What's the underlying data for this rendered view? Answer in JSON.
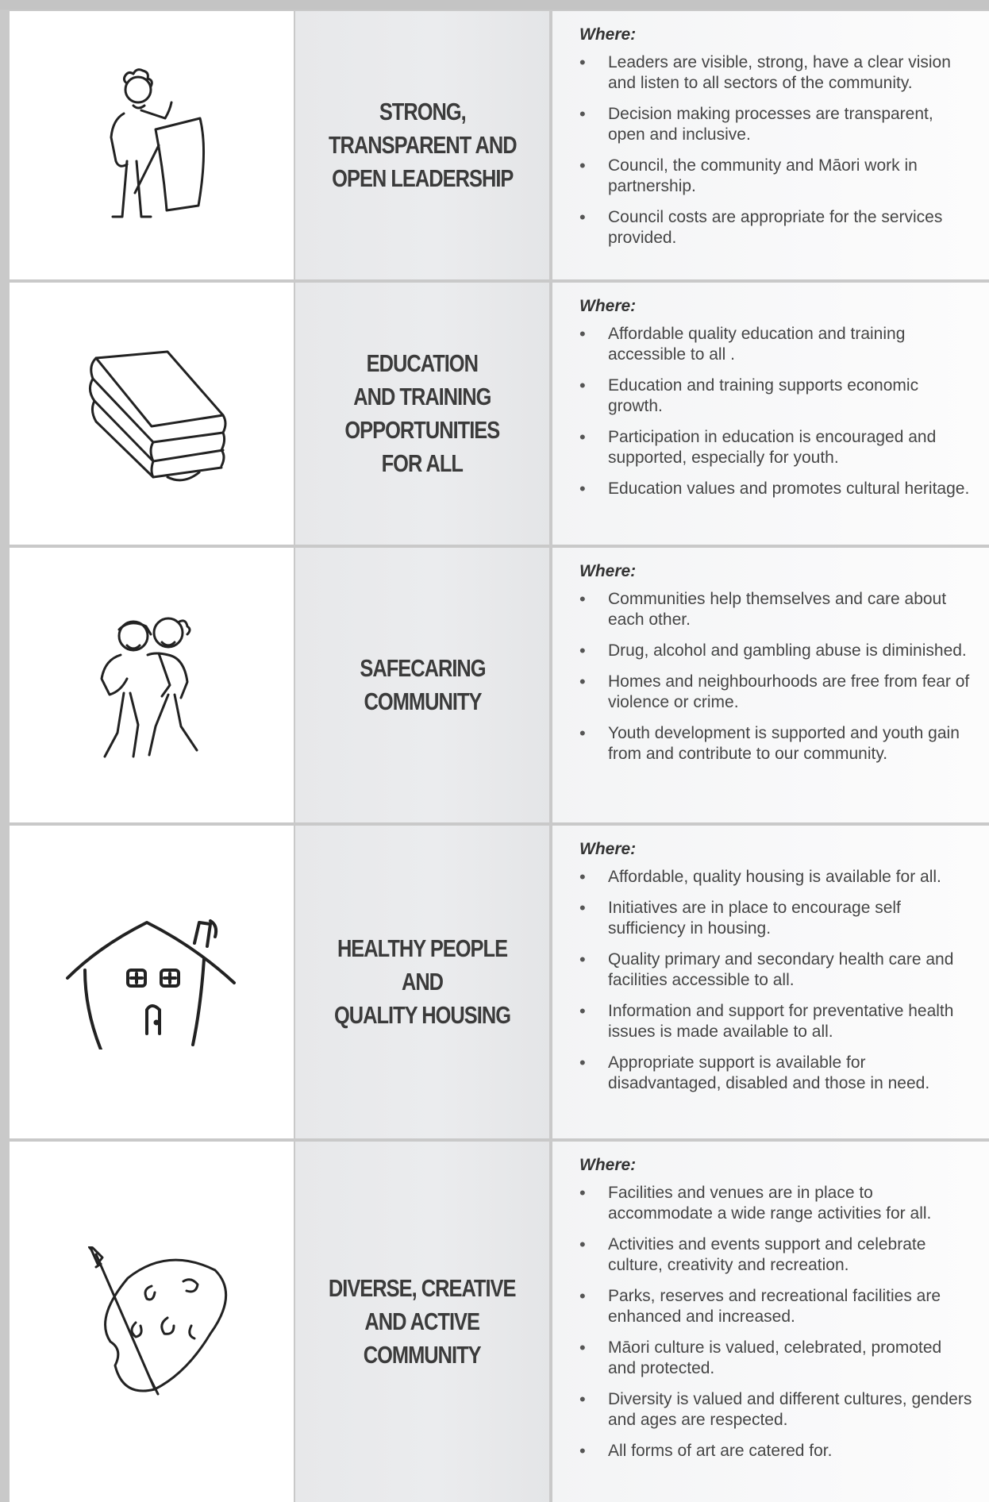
{
  "rows": [
    {
      "title": "STRONG,\nTRANSPARENT AND\nOPEN LEADERSHIP",
      "icon": "speaker-at-podium-icon",
      "where": "Where:",
      "items": [
        "Leaders are visible, strong, have a clear vision and listen to all sectors of the community.",
        "Decision making processes are transparent, open and inclusive.",
        "Council, the community and Māori work in partnership.",
        "Council costs are appropriate for the services provided."
      ]
    },
    {
      "title": "EDUCATION\nAND TRAINING\nOPPORTUNITIES\nFOR ALL",
      "icon": "stack-of-books-icon",
      "where": "Where:",
      "items": [
        "Affordable quality education and training accessible to all  .",
        "Education and training supports economic growth.",
        "Participation in education is encouraged and supported, especially for youth.",
        "Education values and promotes cultural heritage."
      ]
    },
    {
      "title": "SAFECARING\nCOMMUNITY",
      "icon": "two-people-embracing-icon",
      "where": "Where:",
      "items": [
        "Communities help themselves and care about each other.",
        "Drug, alcohol and gambling abuse is diminished.",
        "Homes and neighbourhoods are free from fear of violence or crime.",
        "Youth development is supported and youth gain from and contribute to our community."
      ]
    },
    {
      "title": "HEALTHY PEOPLE AND\nQUALITY HOUSING",
      "icon": "house-icon",
      "where": "Where:",
      "items": [
        "Affordable, quality  housing is available for all.",
        "Initiatives are in place to encourage self sufficiency in housing.",
        "Quality primary and secondary health care and facilities accessible to all.",
        "Information and support for preventative health issues is made available to all.",
        "Appropriate support is available for disadvantaged, disabled and those in need."
      ]
    },
    {
      "title": "DIVERSE, CREATIVE\nAND ACTIVE\nCOMMUNITY",
      "icon": "paint-palette-and-brush-icon",
      "where": "Where:",
      "items": [
        "Facilities and venues are in place to accommodate a wide range activities for all.",
        "Activities and events support and celebrate culture, creativity and recreation.",
        "Parks, reserves and recreational facilities are enhanced and increased.",
        "Māori culture is valued, celebrated, promoted and protected.",
        "Diversity is valued and different cultures, genders and ages are respected.",
        "All forms of art are catered for."
      ]
    }
  ]
}
